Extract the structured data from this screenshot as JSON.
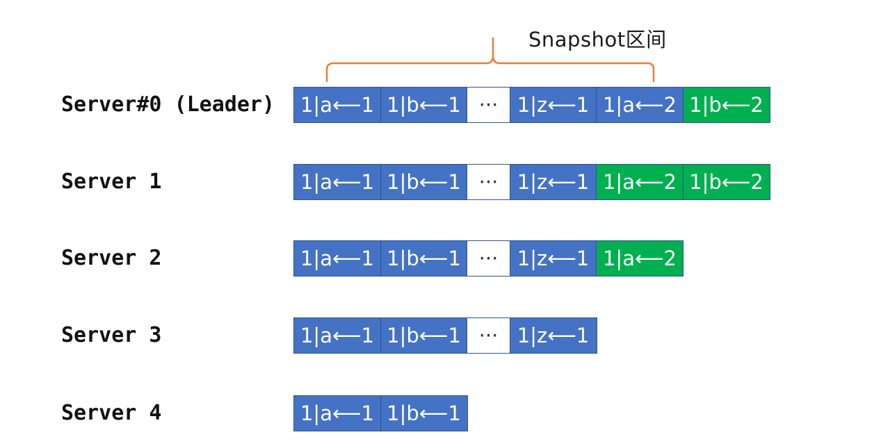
{
  "snapshot": {
    "label": "Snapshot区间",
    "brace_color": "#ed7d31"
  },
  "colors": {
    "committed": "#4472c4",
    "new": "#00b050",
    "border": "#2f528f"
  },
  "servers": [
    {
      "name": "Server#0 (Leader)",
      "entries": [
        {
          "text": "1|a⟵1",
          "kind": "blue"
        },
        {
          "text": "1|b⟵1",
          "kind": "blue"
        },
        {
          "text": "···",
          "kind": "white"
        },
        {
          "text": "1|z⟵1",
          "kind": "blue"
        },
        {
          "text": "1|a⟵2",
          "kind": "blue"
        },
        {
          "text": "1|b⟵2",
          "kind": "green"
        }
      ]
    },
    {
      "name": "Server 1",
      "entries": [
        {
          "text": "1|a⟵1",
          "kind": "blue"
        },
        {
          "text": "1|b⟵1",
          "kind": "blue"
        },
        {
          "text": "···",
          "kind": "white"
        },
        {
          "text": "1|z⟵1",
          "kind": "blue"
        },
        {
          "text": "1|a⟵2",
          "kind": "green"
        },
        {
          "text": "1|b⟵2",
          "kind": "green"
        }
      ]
    },
    {
      "name": "Server 2",
      "entries": [
        {
          "text": "1|a⟵1",
          "kind": "blue"
        },
        {
          "text": "1|b⟵1",
          "kind": "blue"
        },
        {
          "text": "···",
          "kind": "white"
        },
        {
          "text": "1|z⟵1",
          "kind": "blue"
        },
        {
          "text": "1|a⟵2",
          "kind": "green"
        }
      ]
    },
    {
      "name": "Server 3",
      "entries": [
        {
          "text": "1|a⟵1",
          "kind": "blue"
        },
        {
          "text": "1|b⟵1",
          "kind": "blue"
        },
        {
          "text": "···",
          "kind": "white"
        },
        {
          "text": "1|z⟵1",
          "kind": "blue"
        }
      ]
    },
    {
      "name": "Server 4",
      "entries": [
        {
          "text": "1|a⟵1",
          "kind": "blue"
        },
        {
          "text": "1|b⟵1",
          "kind": "blue"
        }
      ]
    }
  ]
}
